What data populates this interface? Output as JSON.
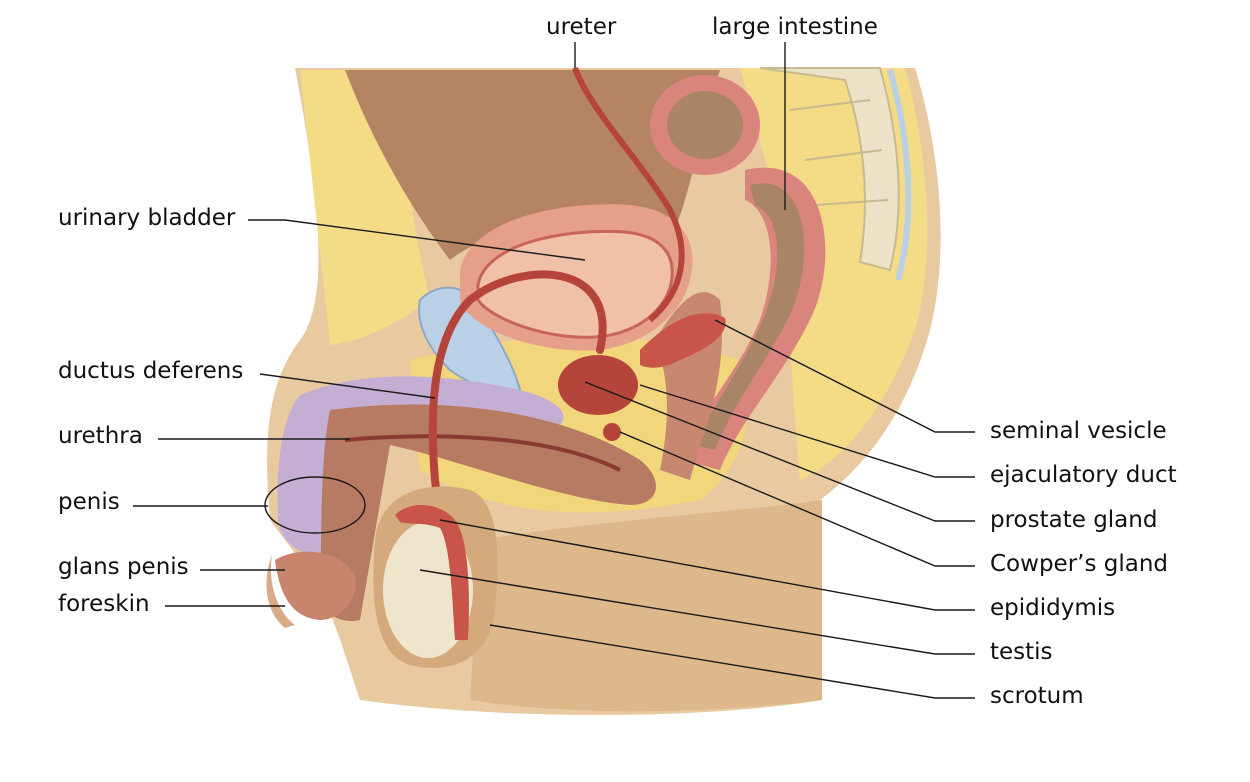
{
  "labels": {
    "ureter": "ureter",
    "large_intestine": "large intestine",
    "urinary_bladder": "urinary bladder",
    "ductus_deferens": "ductus deferens",
    "urethra": "urethra",
    "penis": "penis",
    "glans_penis": "glans penis",
    "foreskin": "foreskin",
    "seminal_vesicle": "seminal vesicle",
    "ejaculatory_duct": "ejaculatory duct",
    "prostate_gland": "prostate gland",
    "cowpers_gland": "Cowper’s gland",
    "epididymis": "epididymis",
    "testis": "testis",
    "scrotum": "scrotum"
  },
  "colors": {
    "skin": "#e9c9a0",
    "skin_shadow": "#c9a274",
    "fat": "#f4dc86",
    "cavity": "#b58463",
    "bladder": "#e6a08a",
    "muscle": "#c8645a",
    "erectile": "#b77a62",
    "duct": "#b5443a",
    "testis": "#efe5cc",
    "cartilage": "#b9d0e6",
    "lavender": "#c4aed3",
    "intestine_wall": "#d9857d",
    "intestine_inner": "#a98467",
    "bone": "#ebe2c8"
  }
}
